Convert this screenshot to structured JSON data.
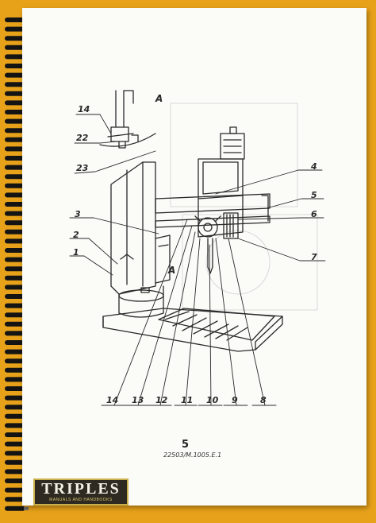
{
  "callouts": {
    "top_14": "14",
    "top_22": "22",
    "top_23": "23",
    "view_a_top": "A",
    "view_a_side": "A",
    "c1": "1",
    "c2": "2",
    "c3": "3",
    "c4": "4",
    "c5": "5",
    "c6": "6",
    "c7": "7",
    "b14": "14",
    "b13": "13",
    "b12": "12",
    "b11": "11",
    "b10": "10",
    "b9": "9",
    "b8": "8"
  },
  "footer": {
    "page_number": "5",
    "doc_code": "22503/M.1005.E.1"
  },
  "logo": {
    "word": "TRIPLES",
    "tagline": "MANUALS AND HANDBOOKS"
  },
  "colors": {
    "background": "#e8a21a",
    "paper": "#fbfbf8",
    "ink": "#2a2a2a"
  }
}
